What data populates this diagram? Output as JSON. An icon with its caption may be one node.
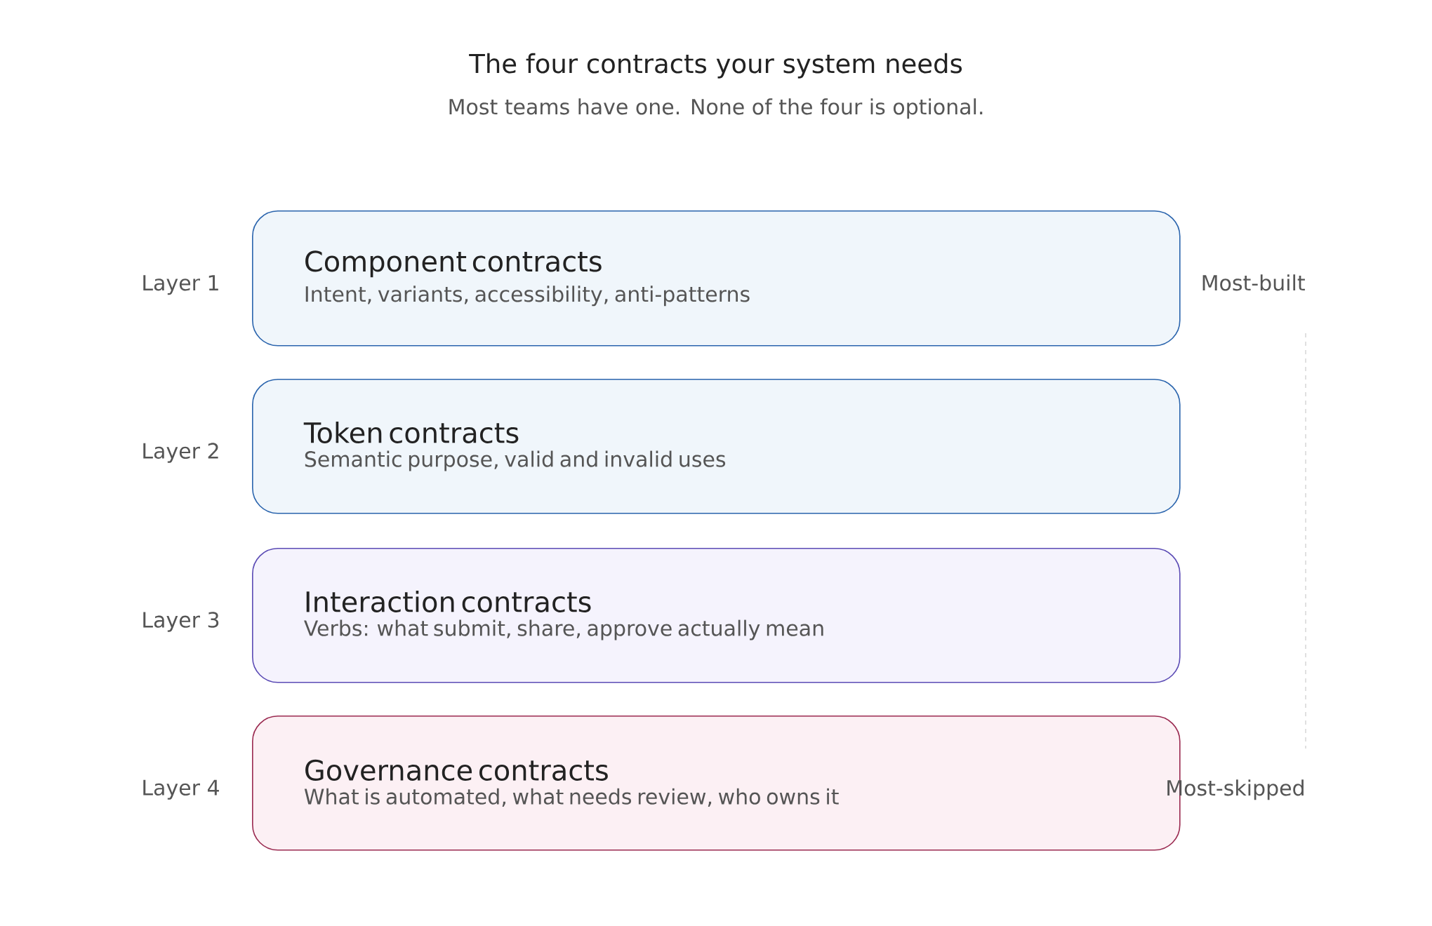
{
  "diagram": {
    "title": "The four contracts your system needs",
    "caption": "Most teams have one. None of the four is optional.",
    "nodes": [
      {
        "text": [
          "Component contracts",
          "Intent, variants, accessibility, anti-patterns"
        ],
        "beside": [
          "Layer 1"
        ]
      },
      {
        "text": [
          "Token contracts",
          "Semantic purpose, valid and invalid uses"
        ],
        "beside": [
          "Layer 2"
        ]
      },
      {
        "text": [
          "Interaction contracts",
          "Verbs: what submit, share, approve actually mean"
        ],
        "beside": [
          "Layer 3"
        ]
      },
      {
        "text": [
          "Governance contracts",
          "What is automated, what needs review, who owns it"
        ],
        "beside": [
          "Layer 4"
        ]
      }
    ],
    "edges": [],
    "labels": [
      "Most-built",
      "Most-skipped"
    ]
  }
}
